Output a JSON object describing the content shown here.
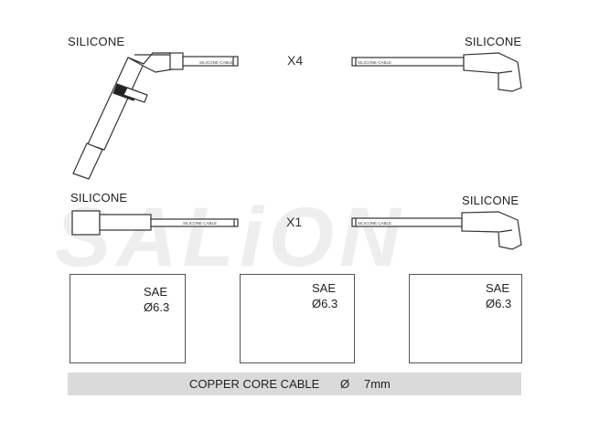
{
  "labels": {
    "top_left": "SILICONE",
    "top_right": "SILICONE",
    "mid_left": "SILICONE",
    "mid_right": "SILICONE",
    "qty_top": "X4",
    "qty_mid": "X1"
  },
  "watermark": "SALiON",
  "cable_print": "SILICONE CABLE",
  "terminals": [
    {
      "standard": "SAE",
      "size": "Ø6.3"
    },
    {
      "standard": "SAE",
      "size": "Ø6.3"
    },
    {
      "standard": "SAE",
      "size": "Ø6.3"
    }
  ],
  "footer": {
    "cable_type": "COPPER CORE CABLE",
    "diameter_symbol": "Ø",
    "diameter": "7mm"
  }
}
